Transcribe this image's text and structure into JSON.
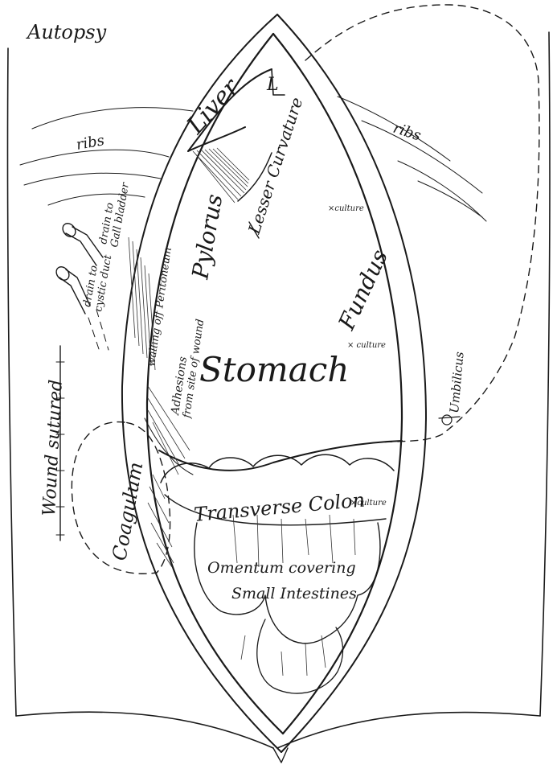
{
  "title": "Autopsy",
  "labels": {
    "liver": "Liver",
    "liver_marker": "L",
    "lesser_curvature": "Lesser Curvature",
    "ribs_left": "ribs",
    "ribs_right": "ribs",
    "culture_top": "×culture",
    "culture_fundus": "× culture",
    "culture_colon": "×culture",
    "pylorus": "Pylorus",
    "fundus": "Fundus",
    "stomach": "Stomach",
    "drain_gallbladder_1": "drain to",
    "drain_gallbladder_2": "Gall bladder",
    "drain_cystic_1": "drain to",
    "drain_cystic_2": "cystic duct",
    "walling_off": "walling off Peritoneum",
    "adhesions_1": "Adhesions",
    "adhesions_2": "from site of wound",
    "umbilicus": "Umbilicus",
    "wound_sutured": "Wound sutured",
    "coagulum": "Coagulum",
    "transverse_colon": "Transverse Colon",
    "omentum_1": "Omentum covering",
    "omentum_2": "Small Intestines"
  }
}
